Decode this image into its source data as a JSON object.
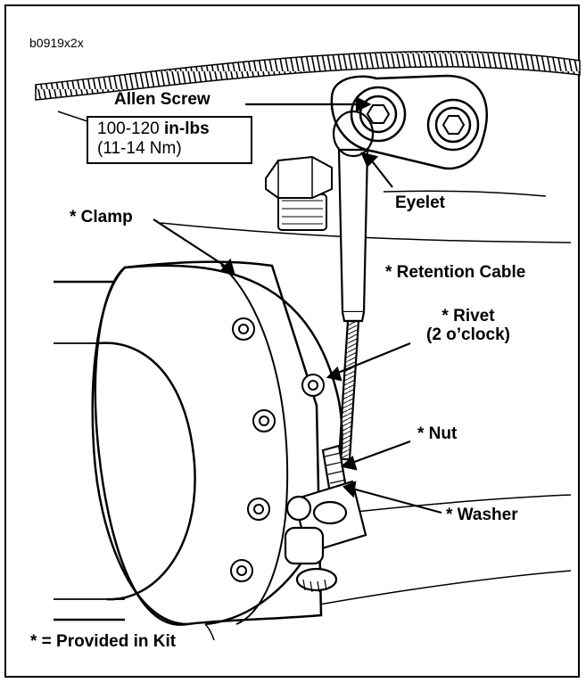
{
  "figure_code": "b0919x2x",
  "torque": {
    "range": "100-120",
    "unit": "in-lbs",
    "metric": "(11-14 Nm)"
  },
  "labels": {
    "allen_screw": "Allen Screw",
    "eyelet": "Eyelet",
    "clamp": "* Clamp",
    "retention_cable": "* Retention Cable",
    "rivet_line1": "* Rivet",
    "rivet_line2": "(2 o’clock)",
    "nut": "* Nut",
    "washer": "* Washer"
  },
  "footnote": "* = Provided in Kit"
}
